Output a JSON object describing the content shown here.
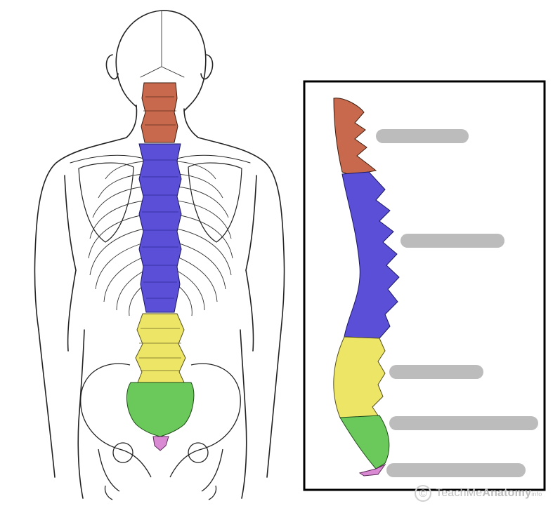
{
  "colors": {
    "cervical": "#c8694d",
    "thoracic": "#5a4fd6",
    "lumbar": "#ede566",
    "sacrum": "#6bc95c",
    "coccyx": "#d98ad3",
    "outline": "#222222",
    "label_placeholder": "#bcbcbc",
    "watermark": "#c4c4c4"
  },
  "icons": {
    "copyright": "copyright-icon"
  },
  "watermark": {
    "symbol": "©",
    "brand_plain": "TeachMe",
    "brand_bold": "Anatomy",
    "suffix": "info"
  },
  "side_labels": [
    {
      "region": "cervical",
      "text": ""
    },
    {
      "region": "thoracic",
      "text": ""
    },
    {
      "region": "lumbar",
      "text": ""
    },
    {
      "region": "sacrum",
      "text": ""
    },
    {
      "region": "coccyx",
      "text": ""
    }
  ]
}
